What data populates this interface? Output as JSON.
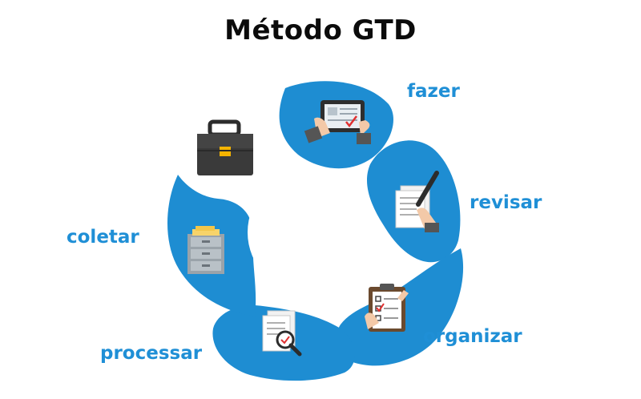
{
  "title": "Método GTD",
  "colors": {
    "ring": "#1e8dd2",
    "label": "#1f8fd6",
    "title": "#0b0b0b"
  },
  "icons": {
    "bag": "briefcase-icon",
    "fazer": "tablet-icon",
    "revisar": "pen-document-icon",
    "organizar": "checklist-icon",
    "processar": "magnifier-document-icon",
    "coletar": "filing-cabinet-icon"
  },
  "steps": [
    {
      "id": "fazer",
      "label": "fazer"
    },
    {
      "id": "revisar",
      "label": "revisar"
    },
    {
      "id": "organizar",
      "label": "organizar"
    },
    {
      "id": "processar",
      "label": "processar"
    },
    {
      "id": "coletar",
      "label": "coletar"
    }
  ]
}
